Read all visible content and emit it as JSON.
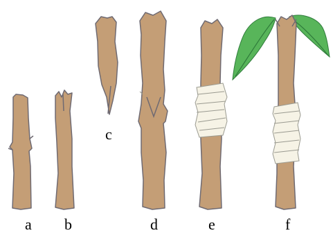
{
  "labels": {
    "a": "a",
    "b": "b",
    "c": "c",
    "d": "d",
    "e": "e",
    "f": "f"
  },
  "colors": {
    "bark": "#c49e76",
    "bark_outline": "#6f6a72",
    "wrap": "#f6f3e6",
    "wrap_line": "#9a9a90",
    "leaf": "#58b55a",
    "leaf_dark": "#2f7b3b"
  },
  "stages": [
    {
      "id": "a",
      "name": "rootstock-stub"
    },
    {
      "id": "b",
      "name": "rootstock-split"
    },
    {
      "id": "c",
      "name": "scion-wedge"
    },
    {
      "id": "d",
      "name": "scion-inserted"
    },
    {
      "id": "e",
      "name": "graft-wrapped"
    },
    {
      "id": "f",
      "name": "graft-sprouted"
    }
  ]
}
